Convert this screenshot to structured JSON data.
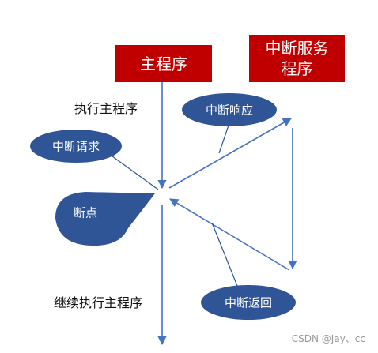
{
  "boxes": {
    "main_program": "主程序",
    "isr_line1": "中断服务",
    "isr_line2": "程序"
  },
  "labels": {
    "execute_main": "执行主程序",
    "continue_main": "继续执行主程序"
  },
  "callouts": {
    "interrupt_response": "中断响应",
    "interrupt_request": "中断请求",
    "breakpoint": "断点",
    "interrupt_return": "中断返回"
  },
  "watermark": "CSDN @Jay、cc",
  "colors": {
    "box_fill": "#c00000",
    "callout_fill": "#2f5597",
    "arrow": "#4472c4"
  }
}
